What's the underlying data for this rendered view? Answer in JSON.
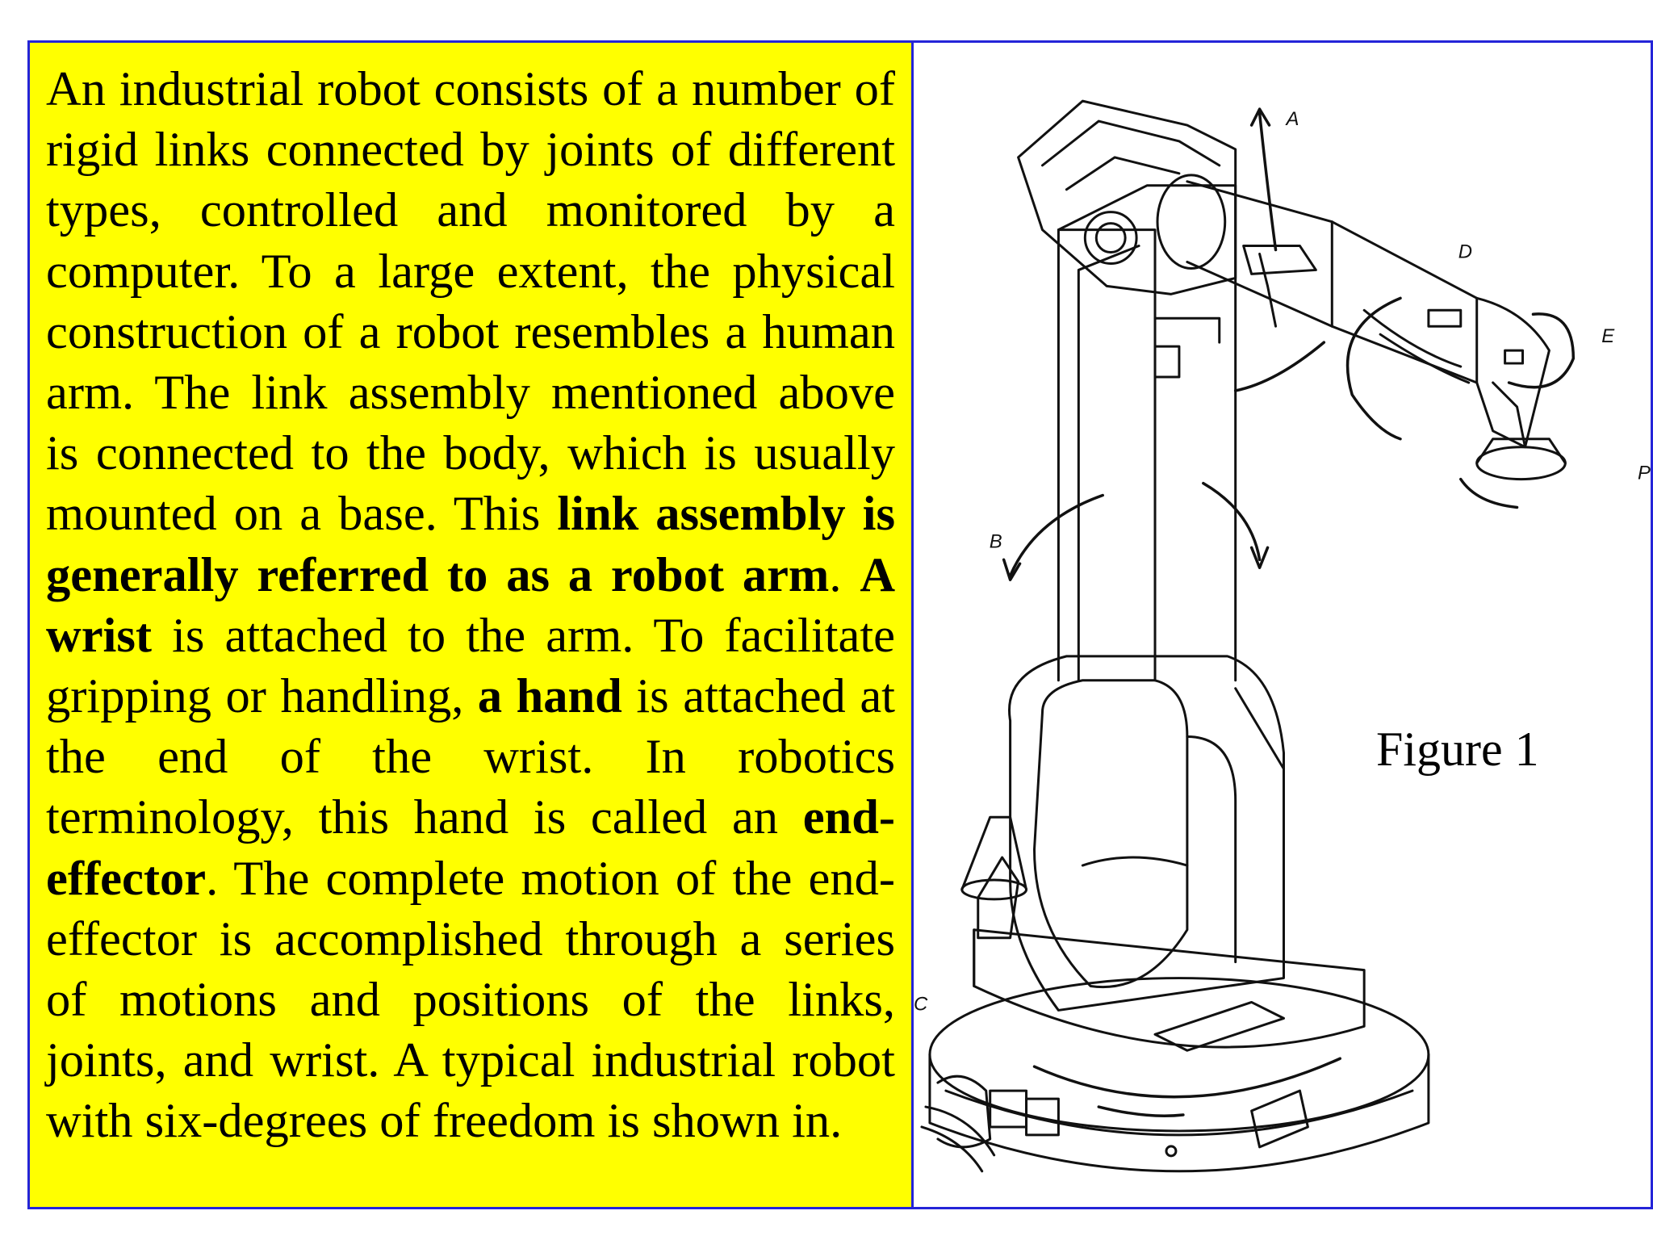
{
  "text": {
    "s1": "An industrial robot consists of a number of rigid links connected by joints of different types, controlled and monitored by a computer. To a large extent, the physical construction of a robot resembles a human arm. The link assembly mentioned above is connected to the body, which is usually mounted on a base. This ",
    "b1": "link assembly is generally referred to as a robot arm",
    "s2": ". ",
    "b2": "A wrist",
    "s3": " is attached to the arm. To facilitate gripping or handling, ",
    "b3": "a hand",
    "s4": " is attached at the end of the wrist. In robotics terminology, this hand is called an ",
    "b4": "end-effector",
    "s5": ". The complete motion of the end-effector is accomplished through a series of motions and positions of the links, joints, and wrist. A typical industrial robot with six-degrees of freedom is shown in."
  },
  "figure": {
    "caption": "Figure 1",
    "labels": {
      "a": "A",
      "b": "B",
      "c": "C",
      "d": "D",
      "e": "E",
      "p": "P"
    }
  },
  "colors": {
    "text_panel_bg": "#ffff00",
    "border": "#2424d8",
    "line_art": "#111111"
  }
}
